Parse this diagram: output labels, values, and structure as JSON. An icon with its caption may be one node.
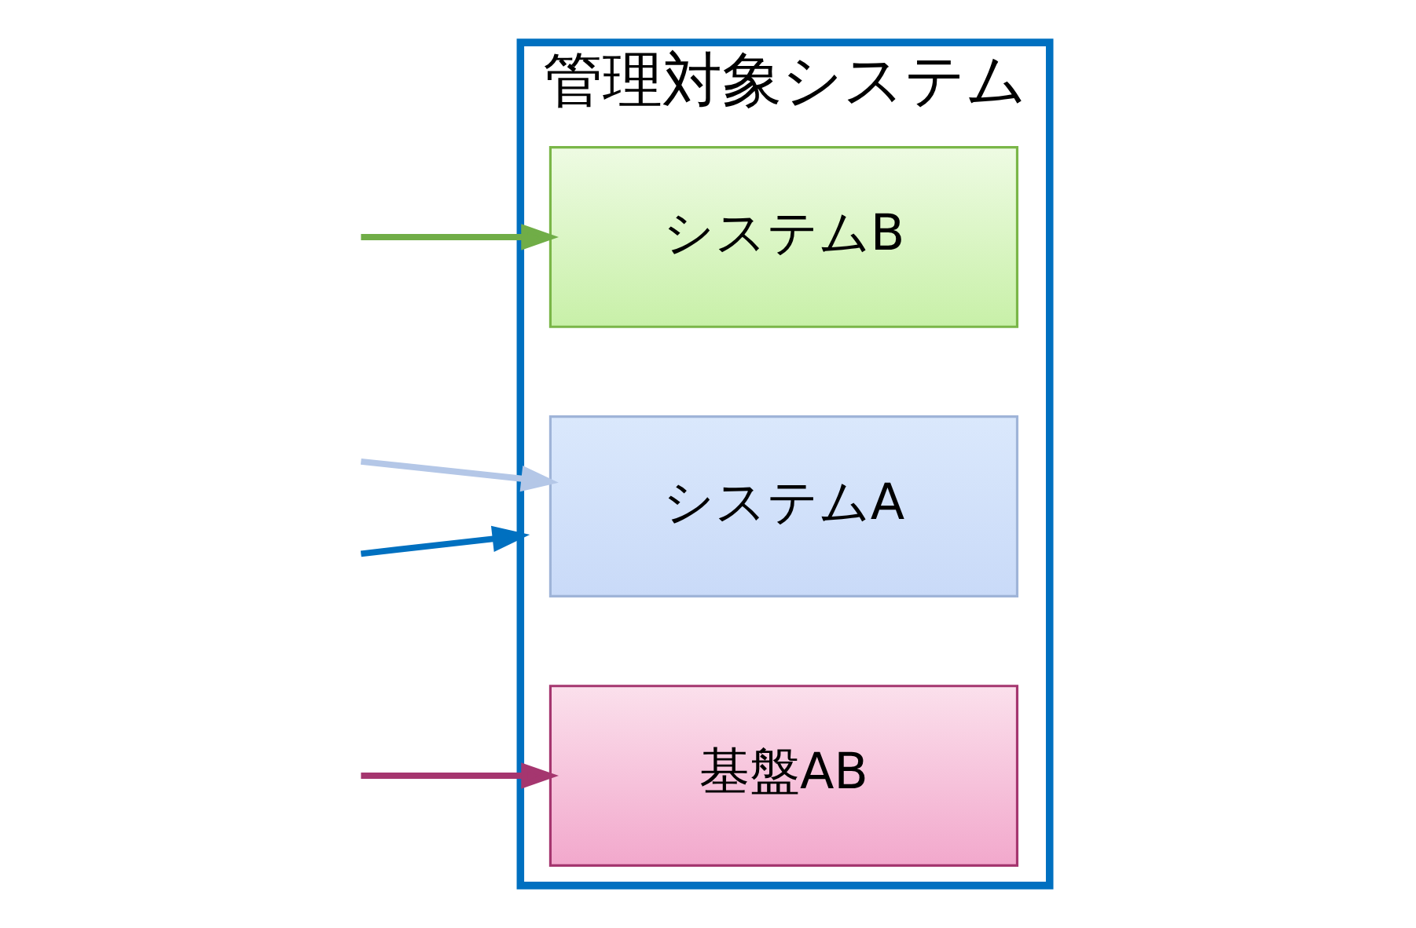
{
  "diagram": {
    "nodes": [
      {
        "text": [
          "管理対象システム"
        ]
      },
      {
        "text": [
          "システムA"
        ],
        "in": 0
      },
      {
        "text": [
          "システムB"
        ],
        "in": 0
      },
      {
        "text": [
          "基盤AB"
        ],
        "in": 0
      }
    ],
    "edges": [
      {
        "from": null,
        "to": 1,
        "arrow": "to",
        "color": "#b4c7e7"
      },
      {
        "from": null,
        "to": 2,
        "arrow": "to",
        "color": "#70ad47"
      },
      {
        "from": null,
        "to": 3,
        "arrow": "to",
        "color": "#a5366f"
      },
      {
        "from": null,
        "to": 0,
        "arrow": "to",
        "color": "#0070c0"
      }
    ]
  }
}
